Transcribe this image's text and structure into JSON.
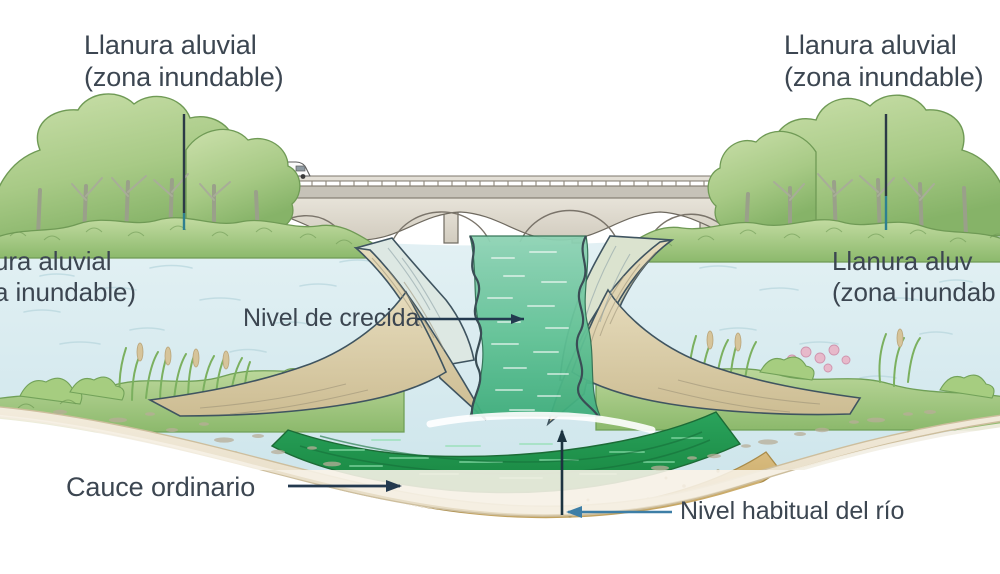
{
  "diagram": {
    "title": "Seccion transversal de un rio: cauce ordinario y llanura aluvial",
    "background_color": "#ffffff",
    "text_color": "#3c4651",
    "leader_color_dark": "#2b3a46",
    "leader_color_teal": "#2e7f90",
    "arrow_color_navy": "#23394f",
    "arrow_color_blue": "#3d7ea6",
    "palette": {
      "flood_water": "#dceef2",
      "channel_water": "#4fb98a",
      "deep_water": "#1f8f4e",
      "sand_bank": "#ddd0ac",
      "pale_sand": "#efe7d5",
      "foliage_light": "#b9d49a",
      "foliage_mid": "#9cc47e",
      "foliage_dark": "#7fae66",
      "bridge_stone": "#ded9cf",
      "road_deck": "#b9b8b3",
      "subsoil": "#c9a864"
    }
  },
  "labels": {
    "top_left": {
      "line1": "Llanura aluvial",
      "line2": "(zona inundable)",
      "leader": "vertical-line-down"
    },
    "top_right": {
      "line1": "Llanura aluvial",
      "line2": "(zona inundable)",
      "leader": "vertical-line-down"
    },
    "mid_left": {
      "line1": "ura aluvial",
      "line2": "a inundable)",
      "full_line1": "Llanura aluvial",
      "full_line2": "(zona inundable)",
      "clipped": "left"
    },
    "mid_right": {
      "line1": "Llanura aluv",
      "line2": "(zona inundab",
      "full_line1": "Llanura aluvial",
      "full_line2": "(zona inundable)",
      "clipped": "right"
    },
    "flood_level": {
      "text": "Nivel de crecida",
      "arrow": "right"
    },
    "ordinary_channel": {
      "text": "Cauce ordinario",
      "arrow": "right"
    },
    "normal_level": {
      "text": "Nivel habitual del rio",
      "text_display": "Nivel habitual del río",
      "arrow": "left"
    }
  },
  "scene": {
    "bridge": {
      "name": "puente de arcos",
      "arch_count": 4,
      "vehicle": "furgoneta blanca"
    },
    "vegetation": {
      "left": "arboleda de ribera",
      "right": "arboleda y matorral de ribera",
      "reeds": "juncos y carrizos"
    },
    "water_bodies": [
      "llanura inundada",
      "cauce de crecida",
      "cauce ordinario"
    ]
  }
}
